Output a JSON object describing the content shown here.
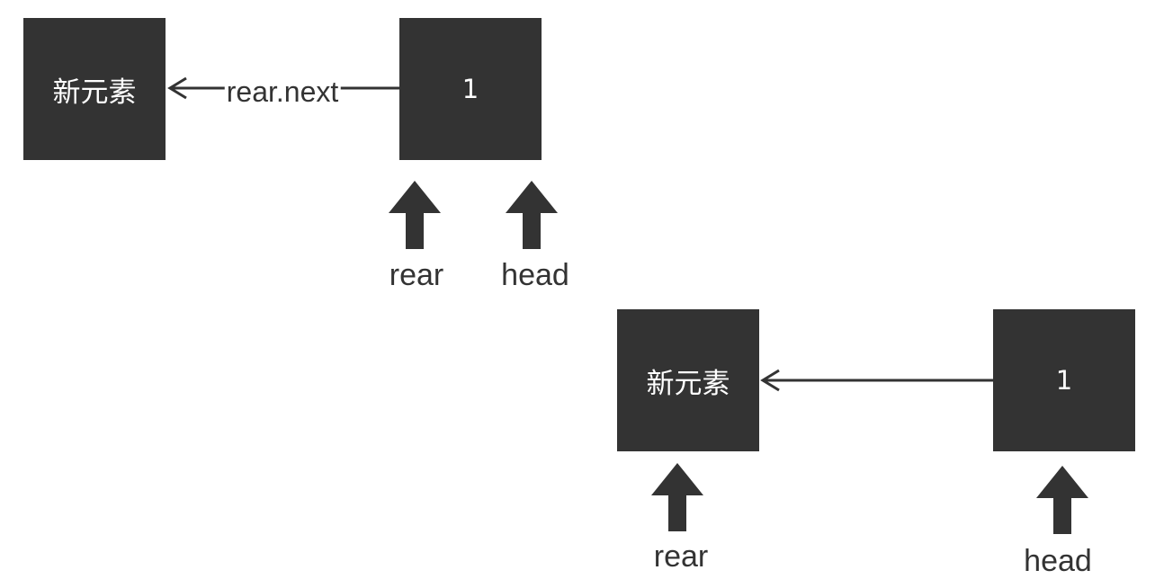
{
  "colors": {
    "node_fill": "#333333",
    "node_text": "#ffffff",
    "ink": "#333333",
    "background": "#ffffff"
  },
  "top": {
    "new_node": "新元素",
    "value_node": "1",
    "edge_label": "rear.next",
    "rear_label": "rear",
    "head_label": "head"
  },
  "bottom": {
    "new_node": "新元素",
    "value_node": "1",
    "rear_label": "rear",
    "head_label": "head"
  }
}
